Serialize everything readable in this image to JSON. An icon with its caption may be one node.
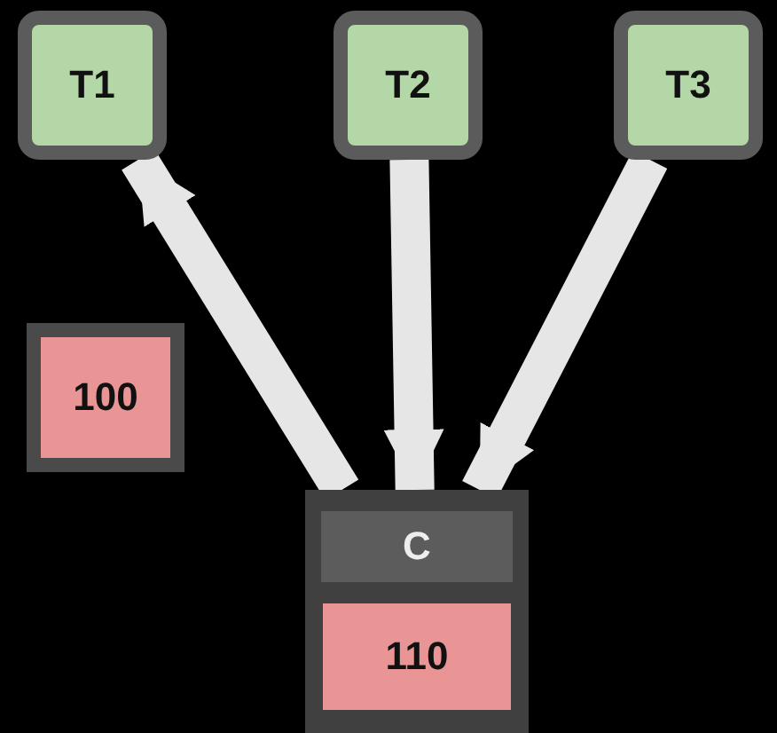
{
  "diagram": {
    "nodes": [
      {
        "text": [
          "T1"
        ]
      },
      {
        "text": [
          "T2"
        ]
      },
      {
        "text": [
          "T3"
        ]
      },
      {
        "text": [
          "100"
        ]
      },
      {
        "text": [
          "C"
        ]
      },
      {
        "text": [
          "110"
        ],
        "in": 4
      }
    ],
    "edges": [
      {
        "from": 4,
        "to": 0,
        "arrow": "to"
      },
      {
        "from": 1,
        "to": 4,
        "arrow": "to"
      },
      {
        "from": 2,
        "to": 4,
        "arrow": "to"
      }
    ]
  }
}
